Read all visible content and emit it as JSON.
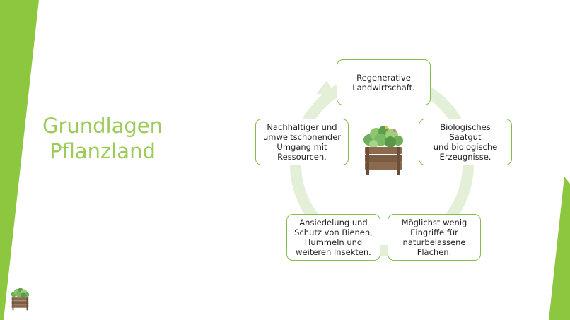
{
  "slide": {
    "title_lines": [
      "Grundlagen",
      "Pflanzland"
    ]
  },
  "cycle": {
    "nodes": [
      {
        "label": "Regenerative\nLandwirtschaft."
      },
      {
        "label": "Biologisches Saatgut\nund biologische\nErzeugnisse."
      },
      {
        "label": "Möglichst wenig\nEingriffe für\nnaturbelassene\nFlächen."
      },
      {
        "label": "Ansiedelung und\nSchutz von Bienen,\nHummeln und\nweiteren Insekten."
      },
      {
        "label": "Nachhaltiger und\numweltschonender\nUmgang mit\nRessourcen."
      }
    ]
  },
  "colors": {
    "accent_green": "#8dc63f",
    "title_green": "#9ccb5a",
    "node_border": "#86bd4a",
    "cycle_ring": "#e3efd6"
  },
  "icons": {
    "center": "plant-crate-icon",
    "corner": "plant-crate-icon"
  }
}
